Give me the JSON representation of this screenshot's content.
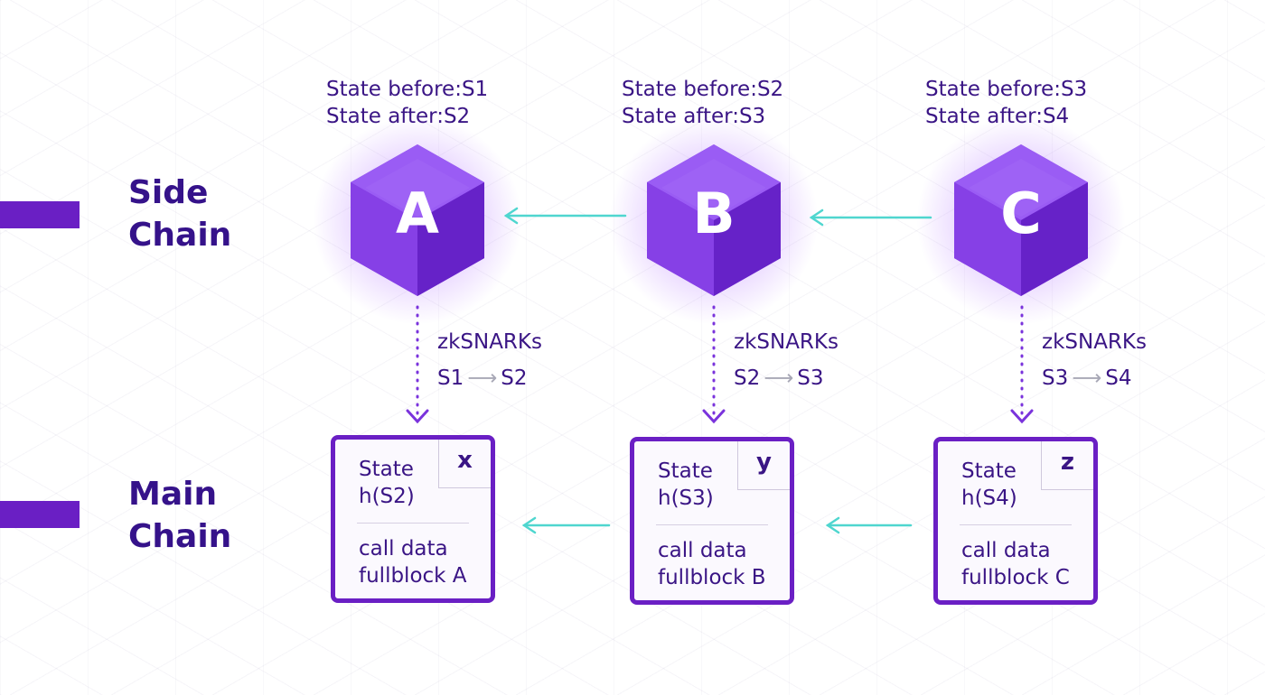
{
  "labels": {
    "side_chain": [
      "Side",
      "Chain"
    ],
    "main_chain": [
      "Main",
      "Chain"
    ]
  },
  "colors": {
    "accent_purple": "#6a1fc4",
    "label_purple": "#35128a",
    "arrow_teal": "#4fd6cf",
    "cube_light": "#8e4cf0",
    "cube_dark": "#6a22cf"
  },
  "blocks": [
    {
      "letter": "A",
      "state_before": "State before:S1",
      "state_after": "State after:S2",
      "proof_label": "zkSNARKs",
      "from_state": "S1",
      "to_state": "S2",
      "box": {
        "corner": "x",
        "state_label": "State",
        "hash": "h(S2)",
        "call_data": "call data",
        "fullblock": "fullblock A"
      }
    },
    {
      "letter": "B",
      "state_before": "State before:S2",
      "state_after": "State after:S3",
      "proof_label": "zkSNARKs",
      "from_state": "S2",
      "to_state": "S3",
      "box": {
        "corner": "y",
        "state_label": "State",
        "hash": "h(S3)",
        "call_data": "call data",
        "fullblock": "fullblock B"
      }
    },
    {
      "letter": "C",
      "state_before": "State before:S3",
      "state_after": "State after:S4",
      "proof_label": "zkSNARKs",
      "from_state": "S3",
      "to_state": "S4",
      "box": {
        "corner": "z",
        "state_label": "State",
        "hash": "h(S4)",
        "call_data": "call data",
        "fullblock": "fullblock C"
      }
    }
  ]
}
